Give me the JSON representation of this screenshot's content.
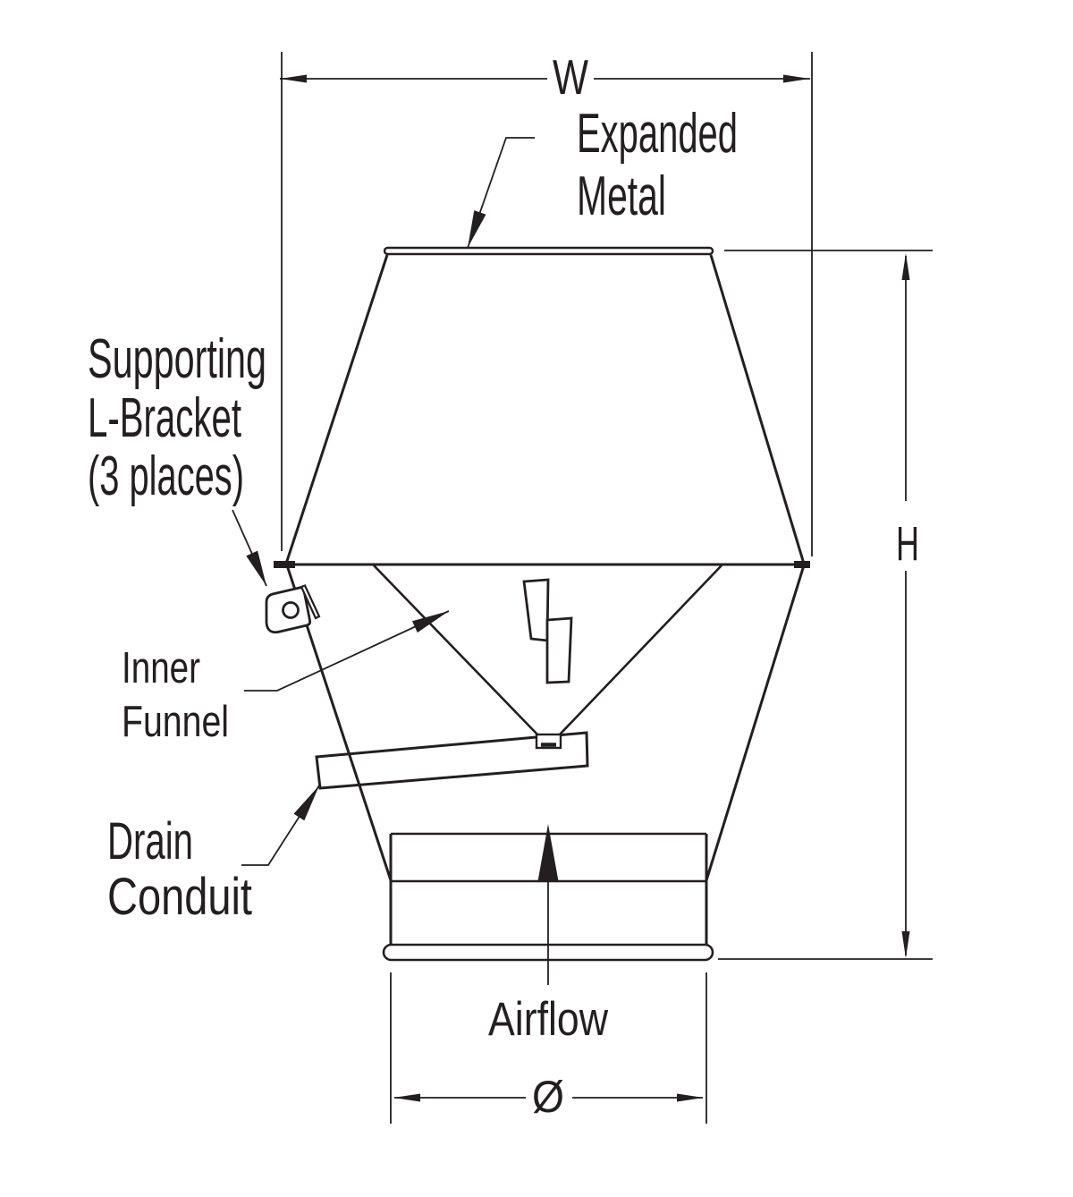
{
  "diagram": {
    "labels": {
      "expanded_metal": [
        "Expanded",
        "Metal"
      ],
      "supporting_bracket": [
        "Supporting",
        "L-Bracket",
        "(3 places)"
      ],
      "inner_funnel": [
        "Inner",
        "Funnel"
      ],
      "drain_conduit": [
        "Drain",
        "Conduit"
      ],
      "airflow": "Airflow"
    },
    "dimensions": {
      "width": "W",
      "height": "H",
      "diameter": "Ø"
    },
    "colors": {
      "line": "#231f20",
      "background": "#ffffff"
    }
  }
}
